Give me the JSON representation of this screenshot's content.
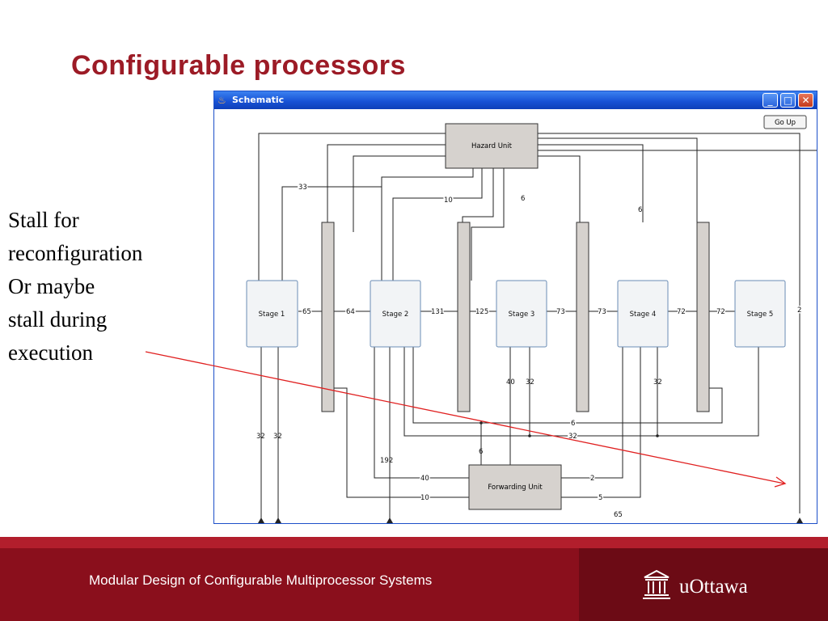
{
  "slide": {
    "title": "Configurable processors",
    "notes": [
      "Stall for",
      "reconfiguration",
      "Or maybe",
      "stall during",
      "execution"
    ]
  },
  "window": {
    "title": "Schematic",
    "icon": "java-cup-icon",
    "buttons": {
      "minimize": "_",
      "maximize": "□",
      "close": "✕"
    },
    "go_up_label": "Go Up"
  },
  "schematic": {
    "units": {
      "hazard": "Hazard Unit",
      "stage1": "Stage 1",
      "stage2": "Stage 2",
      "stage3": "Stage 3",
      "stage4": "Stage 4",
      "stage5": "Stage 5",
      "forwarding": "Forwarding Unit"
    },
    "bus_widths": {
      "s1_out": "65",
      "reg1_out": "64",
      "s2_out": "131",
      "reg2_out": "125",
      "s3_out": "73",
      "reg3_out": "73",
      "s4_out": "72",
      "reg4_out": "72",
      "hazard_33": "33",
      "hazard_10": "10",
      "hazard_6a": "6",
      "hazard_6b": "6",
      "right_2": "2",
      "s1_down_a": "32",
      "s1_down_b": "32",
      "s3_fw_a": "40",
      "s3_fw_b": "32",
      "s4_32": "32",
      "bottom_6a": "6",
      "bottom_32": "32",
      "fw_6": "6",
      "s2_192": "192",
      "fw_in_40": "40",
      "fw_in_10": "10",
      "fw_in_2": "2",
      "fw_in_5": "5",
      "bottom_65": "65"
    }
  },
  "footer": {
    "text": "Modular Design of Configurable Multiprocessor Systems",
    "logo_text": "uOttawa"
  },
  "colors": {
    "title_red": "#9c1b26",
    "footer_red": "#8a0f1c",
    "footer_dark": "#6c0b15",
    "titlebar_blue": "#1853d6",
    "annotation_arrow": "#e02020"
  }
}
